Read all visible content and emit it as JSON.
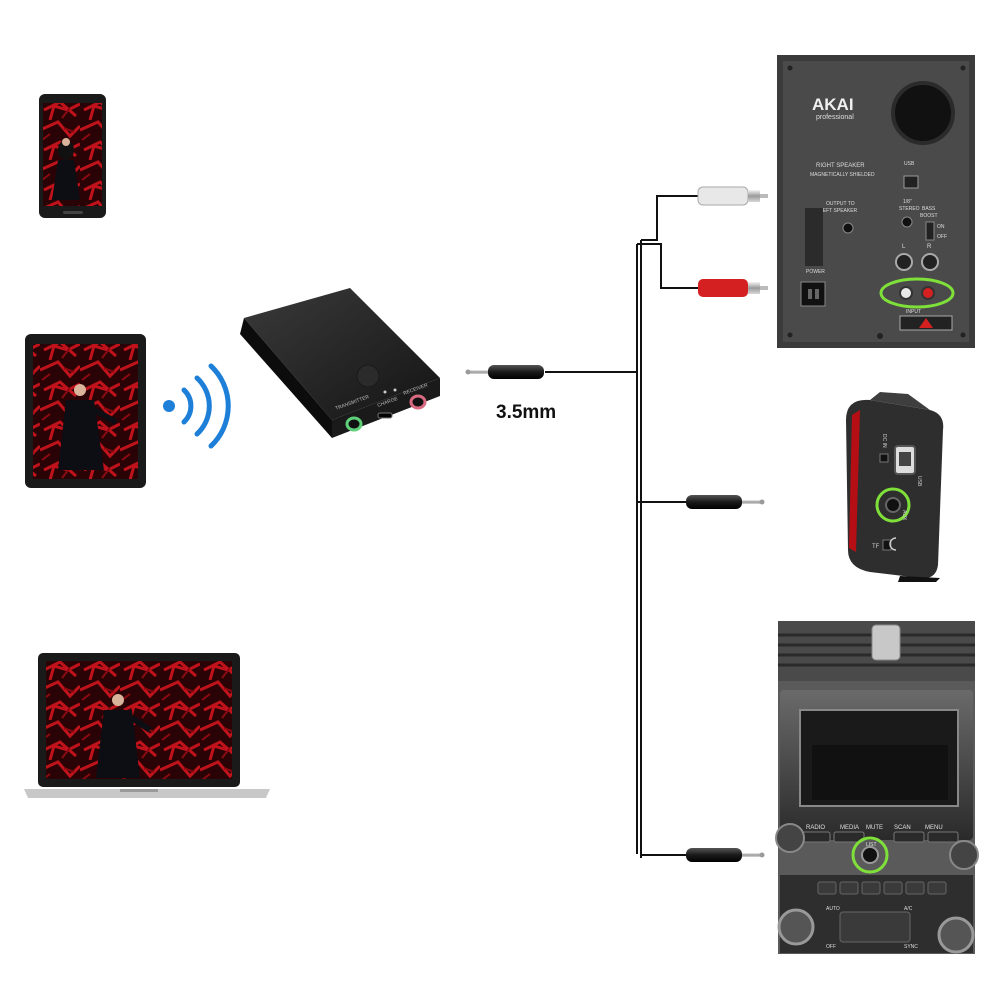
{
  "cable": {
    "label": "3.5mm"
  },
  "speaker": {
    "brand": "AKAI",
    "brand_sub": "professional",
    "model": "RIGHT SPEAKER",
    "shielded": "MAGNETICALLY SHIELDED",
    "usb": "USB",
    "output_to": "OUTPUT TO",
    "left_speaker": "LEFT SPEAKER",
    "stereo_size": "1/8\"",
    "stereo": "STEREO",
    "bass": "BASS",
    "boost": "BOOST",
    "on": "ON",
    "off": "OFF",
    "ch_l": "L",
    "ch_r": "R",
    "power": "POWER",
    "input": "INPUT"
  },
  "adapter": {
    "transmitter": "TRANSMITTER",
    "charge": "CHARGE",
    "receiver": "RECEIVER"
  },
  "portable": {
    "dc_in": "DC IN",
    "usb": "USB",
    "aux": "AUX",
    "tf": "TF"
  },
  "car": {
    "radio": "RADIO",
    "media": "MEDIA",
    "mute": "MUTE",
    "scan": "SCAN",
    "menu": "MENU",
    "auto": "AUTO",
    "ac": "A/C",
    "off": "OFF",
    "sync": "SYNC",
    "list": "LIST"
  },
  "colors": {
    "wire": "#111111",
    "bluetooth_waves": "#1e7fd8",
    "highlight_ring": "#7fe03a",
    "rca_red": "#d42020",
    "rca_white": "#e8e8e8",
    "concert_red": "#c0121a"
  }
}
